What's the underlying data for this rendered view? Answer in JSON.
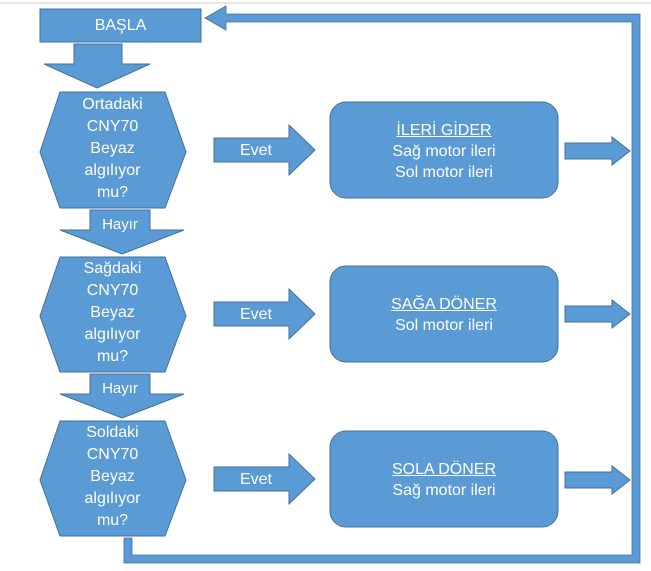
{
  "colors": {
    "fill": "#5b9bd5",
    "stroke": "#41719c",
    "text": "#ffffff"
  },
  "start": {
    "label": "BAŞLA"
  },
  "decisions": [
    {
      "lines": [
        "Ortadaki",
        "CNY70",
        "Beyaz",
        "algılıyor",
        "mu?"
      ],
      "yes_label": "Evet",
      "no_label": "Hayır"
    },
    {
      "lines": [
        "Sağdaki",
        "CNY70",
        "Beyaz",
        "algılıyor",
        "mu?"
      ],
      "yes_label": "Evet",
      "no_label": "Hayır"
    },
    {
      "lines": [
        "Soldaki",
        "CNY70",
        "Beyaz",
        "algılıyor",
        "mu?"
      ],
      "yes_label": "Evet"
    }
  ],
  "actions": [
    {
      "title": "İLERİ GİDER",
      "lines": [
        "Sağ motor ileri",
        "Sol motor ileri"
      ]
    },
    {
      "title": "SAĞA DÖNER",
      "lines": [
        "Sol motor ileri"
      ]
    },
    {
      "title": "SOLA DÖNER",
      "lines": [
        "Sağ motor ileri"
      ]
    }
  ]
}
